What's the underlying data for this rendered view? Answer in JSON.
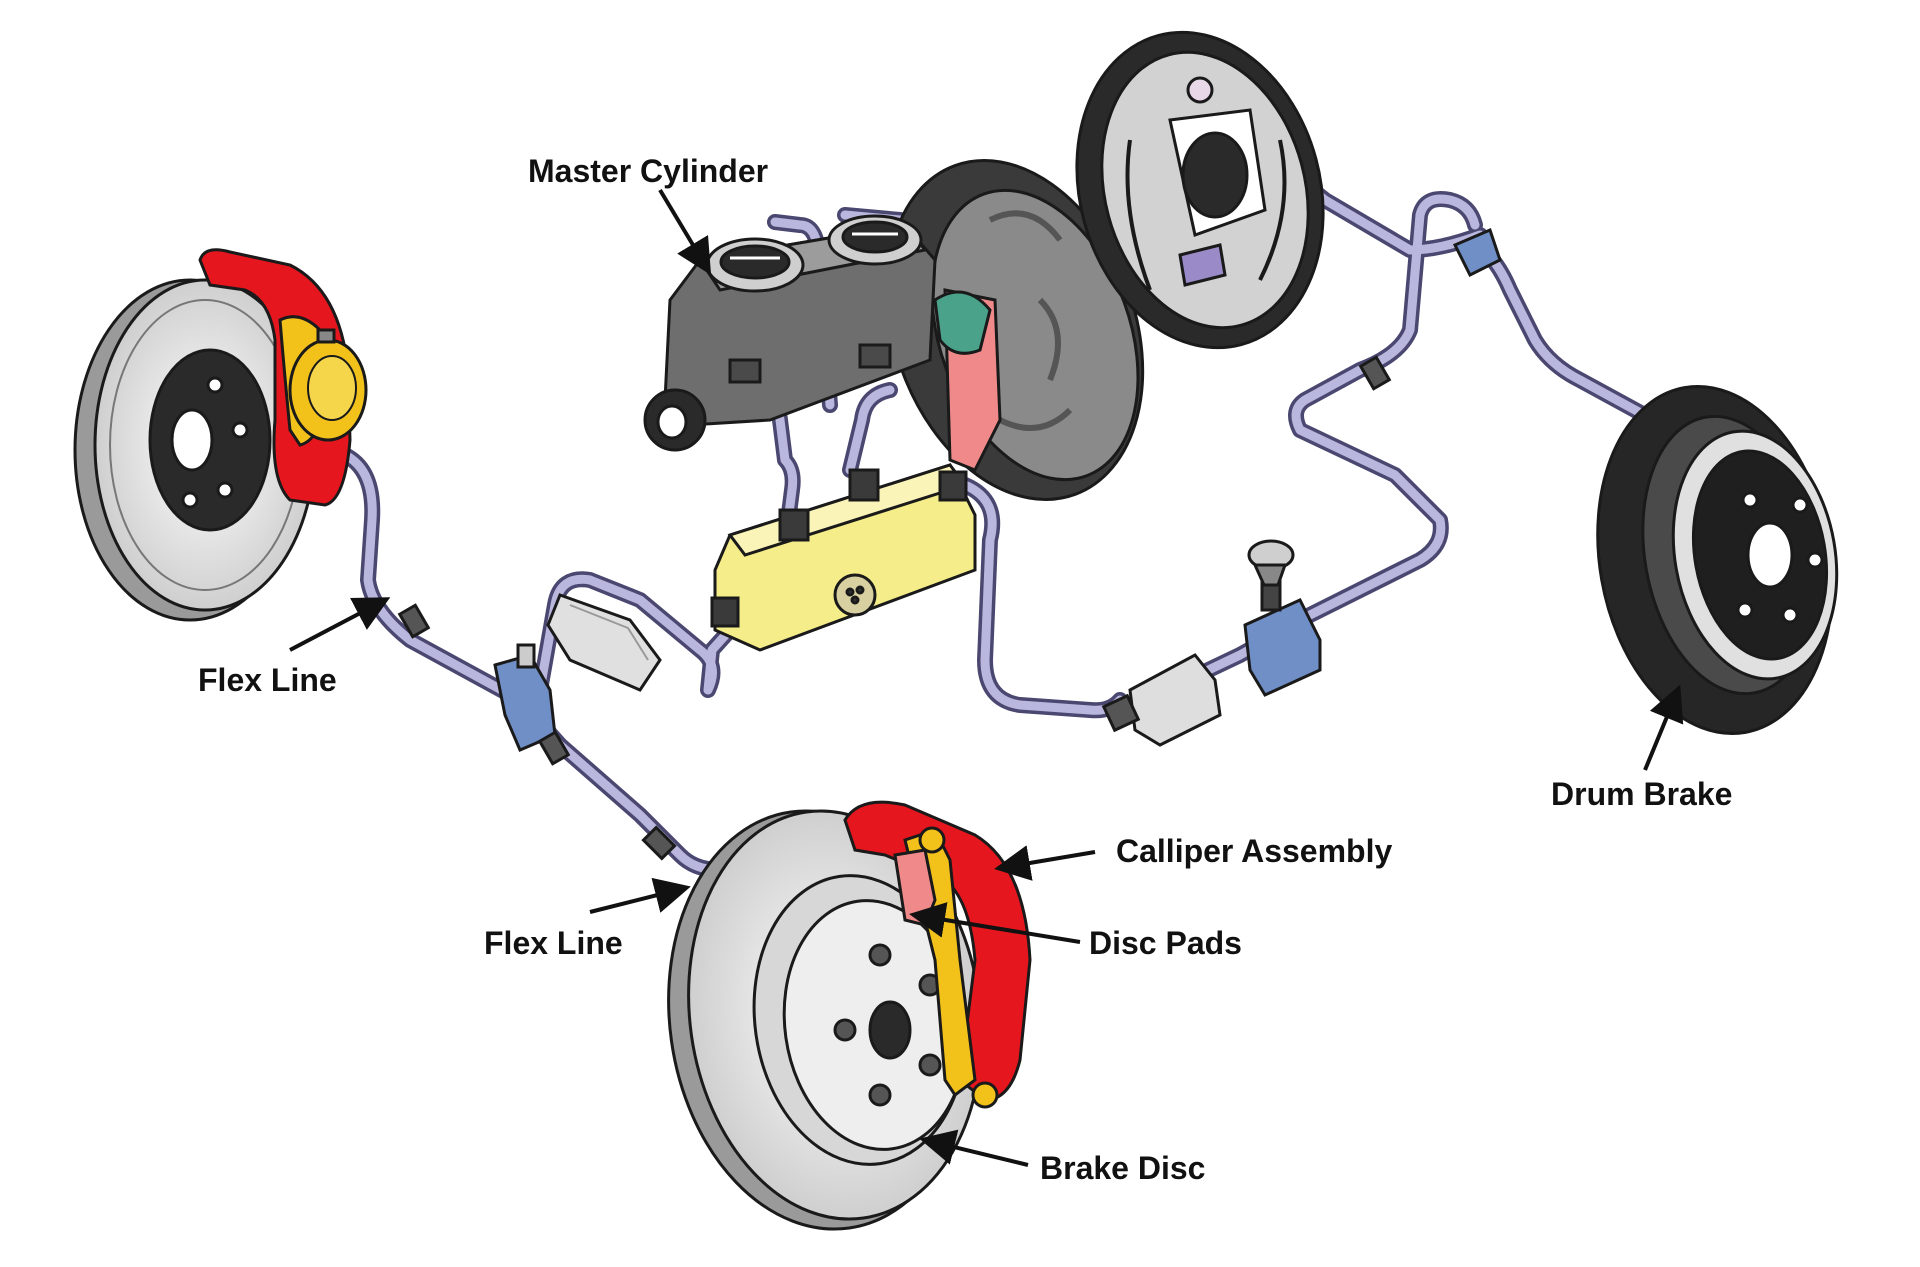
{
  "labels": {
    "master_cylinder": "Master Cylinder",
    "flex_line_left": "Flex Line",
    "flex_line_bottom": "Flex Line",
    "calliper_assembly": "Calliper Assembly",
    "disc_pads": "Disc Pads",
    "brake_disc": "Brake Disc",
    "drum_brake": "Drum Brake"
  },
  "colors": {
    "brake_line": "#b9b6dc",
    "brake_line_edge": "#4a4870",
    "caliper_red": "#e5161e",
    "caliper_yellow": "#f2c21b",
    "proportioning_valve": "#f5ec8a",
    "fitting_blue": "#6f8fc6",
    "booster_dark": "#3a3a3a",
    "disc_grey": "#dcdcdc",
    "drum_dark": "#2a2a2a",
    "outline": "#1a1a1a"
  }
}
